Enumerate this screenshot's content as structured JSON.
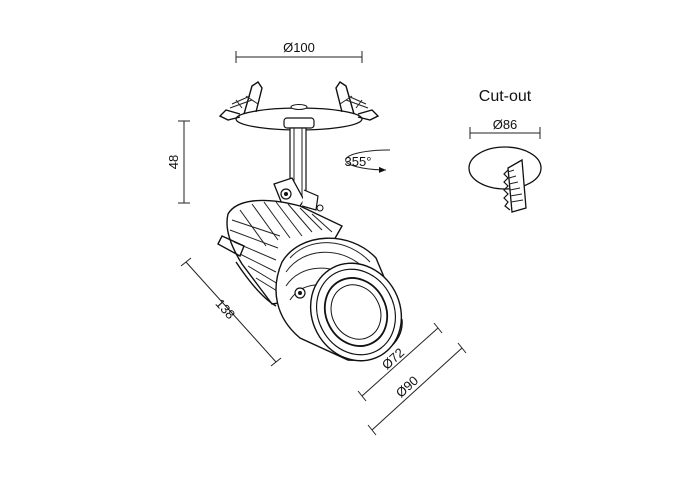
{
  "drawing": {
    "diameter_mount": "Ø100",
    "height": "48",
    "rotation": "355°",
    "length": "138",
    "diameter_lens": "Ø72",
    "diameter_body": "Ø90"
  },
  "cutout": {
    "title": "Cut-out",
    "diameter": "Ø86"
  }
}
